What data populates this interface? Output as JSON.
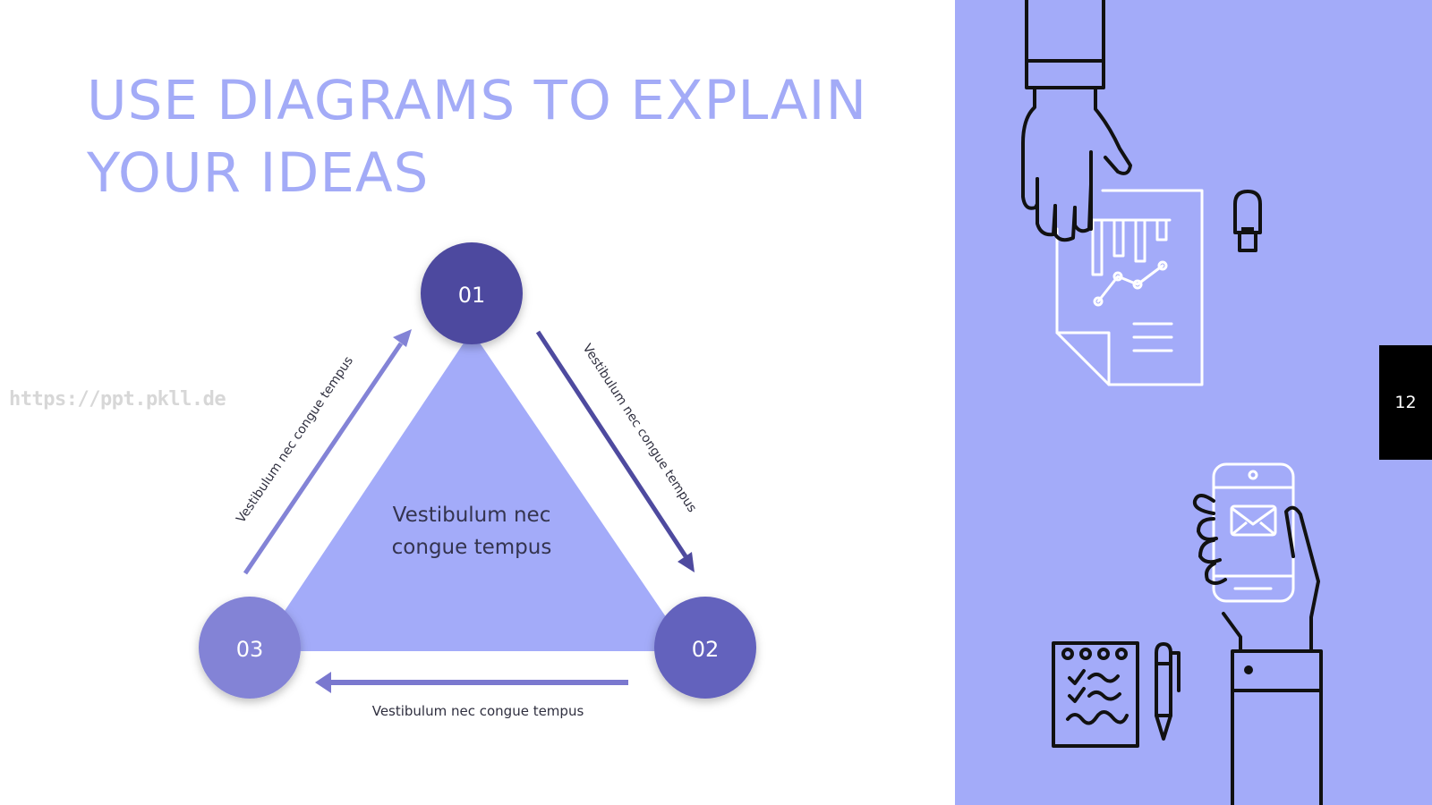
{
  "slide": {
    "title_line1": "USE DIAGRAMS TO EXPLAIN",
    "title_line2": "YOUR IDEAS",
    "watermark": "https://ppt.pkll.de",
    "slide_number": "12"
  },
  "diagram": {
    "nodes": [
      {
        "label": "01",
        "color": "#4e4a9f"
      },
      {
        "label": "02",
        "color": "#6462bd"
      },
      {
        "label": "03",
        "color": "#8383d6"
      }
    ],
    "center_text_line1": "Vestibulum nec",
    "center_text_line2": "congue tempus",
    "edge_labels": {
      "left": "Vestibulum nec congue tempus",
      "right": "Vestibulum nec congue tempus",
      "bottom": "Vestibulum nec congue tempus"
    },
    "triangle_color": "#a3abf9"
  },
  "illustration": {
    "icons": [
      "hand-icon",
      "document-chart-icon",
      "usb-drive-icon",
      "smartphone-icon",
      "email-icon",
      "notepad-icon",
      "pen-icon"
    ]
  },
  "colors": {
    "panel": "#a3abf9",
    "title": "#a3abf7",
    "arrow_left": "#8383d6",
    "arrow_right": "#4e4a9f",
    "arrow_bottom": "#7a78cf"
  }
}
